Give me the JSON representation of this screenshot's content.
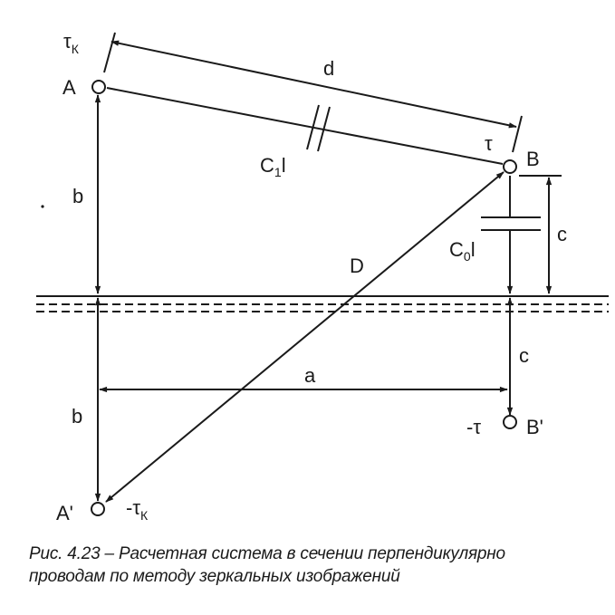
{
  "labels": {
    "tau_k": "τ",
    "tau_k_sub": "К",
    "A": "A",
    "d": "d",
    "tau": "τ",
    "B": "B",
    "b_top": "b",
    "C1l": "C",
    "C1l_sub": "1",
    "C1l_l": "l",
    "C0l": "C",
    "C0l_sub": "0",
    "C0l_l": "l",
    "c_right": "c",
    "D": "D",
    "c_lower": "c",
    "a": "a",
    "b_bottom": "b",
    "minus_tau": "-τ",
    "B_prime": "B'",
    "A_prime": "A'",
    "minus_tau_k": "-τ",
    "minus_tau_k_sub": "К"
  },
  "caption": {
    "line1": "Рис. 4.23 – Расчетная система в сечении перпендикулярно",
    "line2": "проводам по методу зеркальных изображений"
  },
  "colors": {
    "ink": "#1a1a1a",
    "background": "#ffffff"
  }
}
